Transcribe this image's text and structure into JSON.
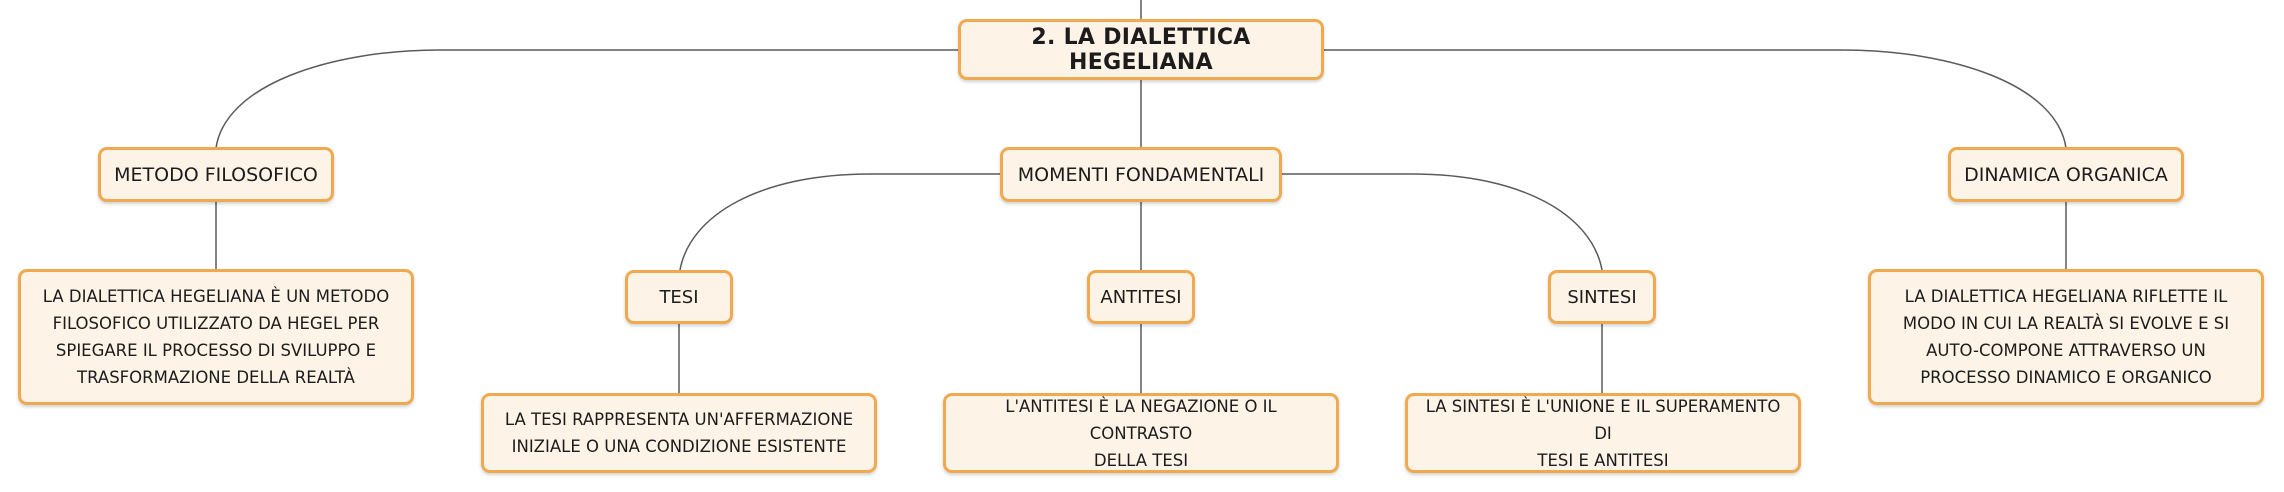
{
  "diagram": {
    "root": {
      "label": "2. LA DIALETTICA HEGELIANA"
    },
    "branches": {
      "metodo": {
        "label": "METODO FILOSOFICO",
        "description": "LA DIALETTICA HEGELIANA È UN METODO\nFILOSOFICO UTILIZZATO DA HEGEL PER\nSPIEGARE IL PROCESSO DI SVILUPPO E\nTRASFORMAZIONE DELLA REALTÀ"
      },
      "momenti": {
        "label": "MOMENTI FONDAMENTALI",
        "children": {
          "tesi": {
            "label": "TESI",
            "description": "LA TESI RAPPRESENTA UN'AFFERMAZIONE\nINIZIALE O UNA CONDIZIONE ESISTENTE"
          },
          "antitesi": {
            "label": "ANTITESI",
            "description": "L'ANTITESI È LA NEGAZIONE O IL CONTRASTO\nDELLA TESI"
          },
          "sintesi": {
            "label": "SINTESI",
            "description": "LA SINTESI È L'UNIONE E IL SUPERAMENTO DI\nTESI E ANTITESI"
          }
        }
      },
      "dinamica": {
        "label": "DINAMICA ORGANICA",
        "description": "LA DIALETTICA HEGELIANA RIFLETTE IL\nMODO IN CUI LA REALTÀ SI EVOLVE E SI\nAUTO-COMPONE ATTRAVERSO UN\nPROCESSO DINAMICO E ORGANICO"
      }
    }
  },
  "colors": {
    "node_fill": "#fdf3e7",
    "node_border": "#f0a94f",
    "connector": "#5a5a5a",
    "text": "#1c1c1c"
  }
}
